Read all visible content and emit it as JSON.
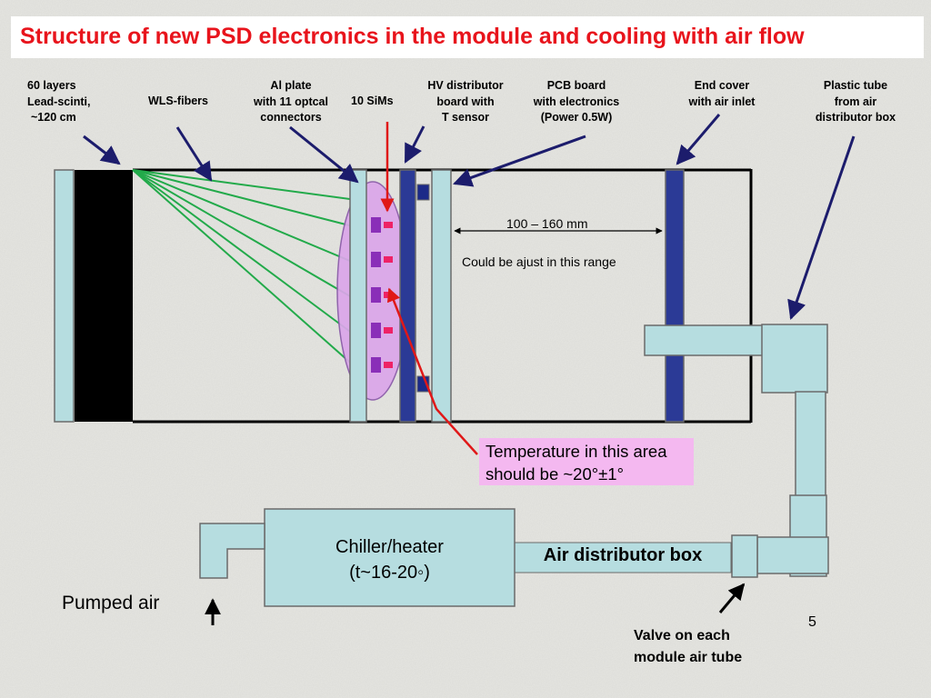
{
  "title": "Structure of new PSD electronics in the module and cooling with air flow",
  "labels": {
    "layers": [
      "60 layers",
      "Lead-scinti,",
      "~120 cm"
    ],
    "wls": [
      "WLS-fibers"
    ],
    "al_plate": [
      "Al plate",
      "with 11 optcal",
      "connectors"
    ],
    "sims": [
      "10 SiMs"
    ],
    "hv": [
      "HV distributor",
      "board with",
      "T sensor"
    ],
    "pcb": [
      "PCB board",
      "with electronics",
      "(Power 0.5W)"
    ],
    "end_cover": [
      "End cover",
      "with air  inlet"
    ],
    "plastic_tube": [
      "Plastic tube",
      "from air",
      "distributor box"
    ]
  },
  "dimension": "100 – 160 mm",
  "adjust_note": "Could be ajust in this range",
  "temperature_note": [
    "Temperature in this area",
    "should be ~20°±1°"
  ],
  "chiller": [
    "Chiller/heater",
    "(t~16-20◦)"
  ],
  "air_distributor": "Air distributor box",
  "pumped_air": "Pumped air",
  "valve": [
    "Valve on each",
    "module air tube"
  ],
  "page_number": "5",
  "colors": {
    "title": "#e8141c",
    "tube": "#b6dde0",
    "pcb": "#2b3a96",
    "fiber": "#22aa4a",
    "sims_area": "#dba6ea",
    "sims_chip": "#8a2fb8",
    "sims_pad": "#ee2266",
    "callout_arrow": "#1c1c6c",
    "pointer_arrow": "#e01818",
    "temp_box": "#f4b8f0"
  }
}
